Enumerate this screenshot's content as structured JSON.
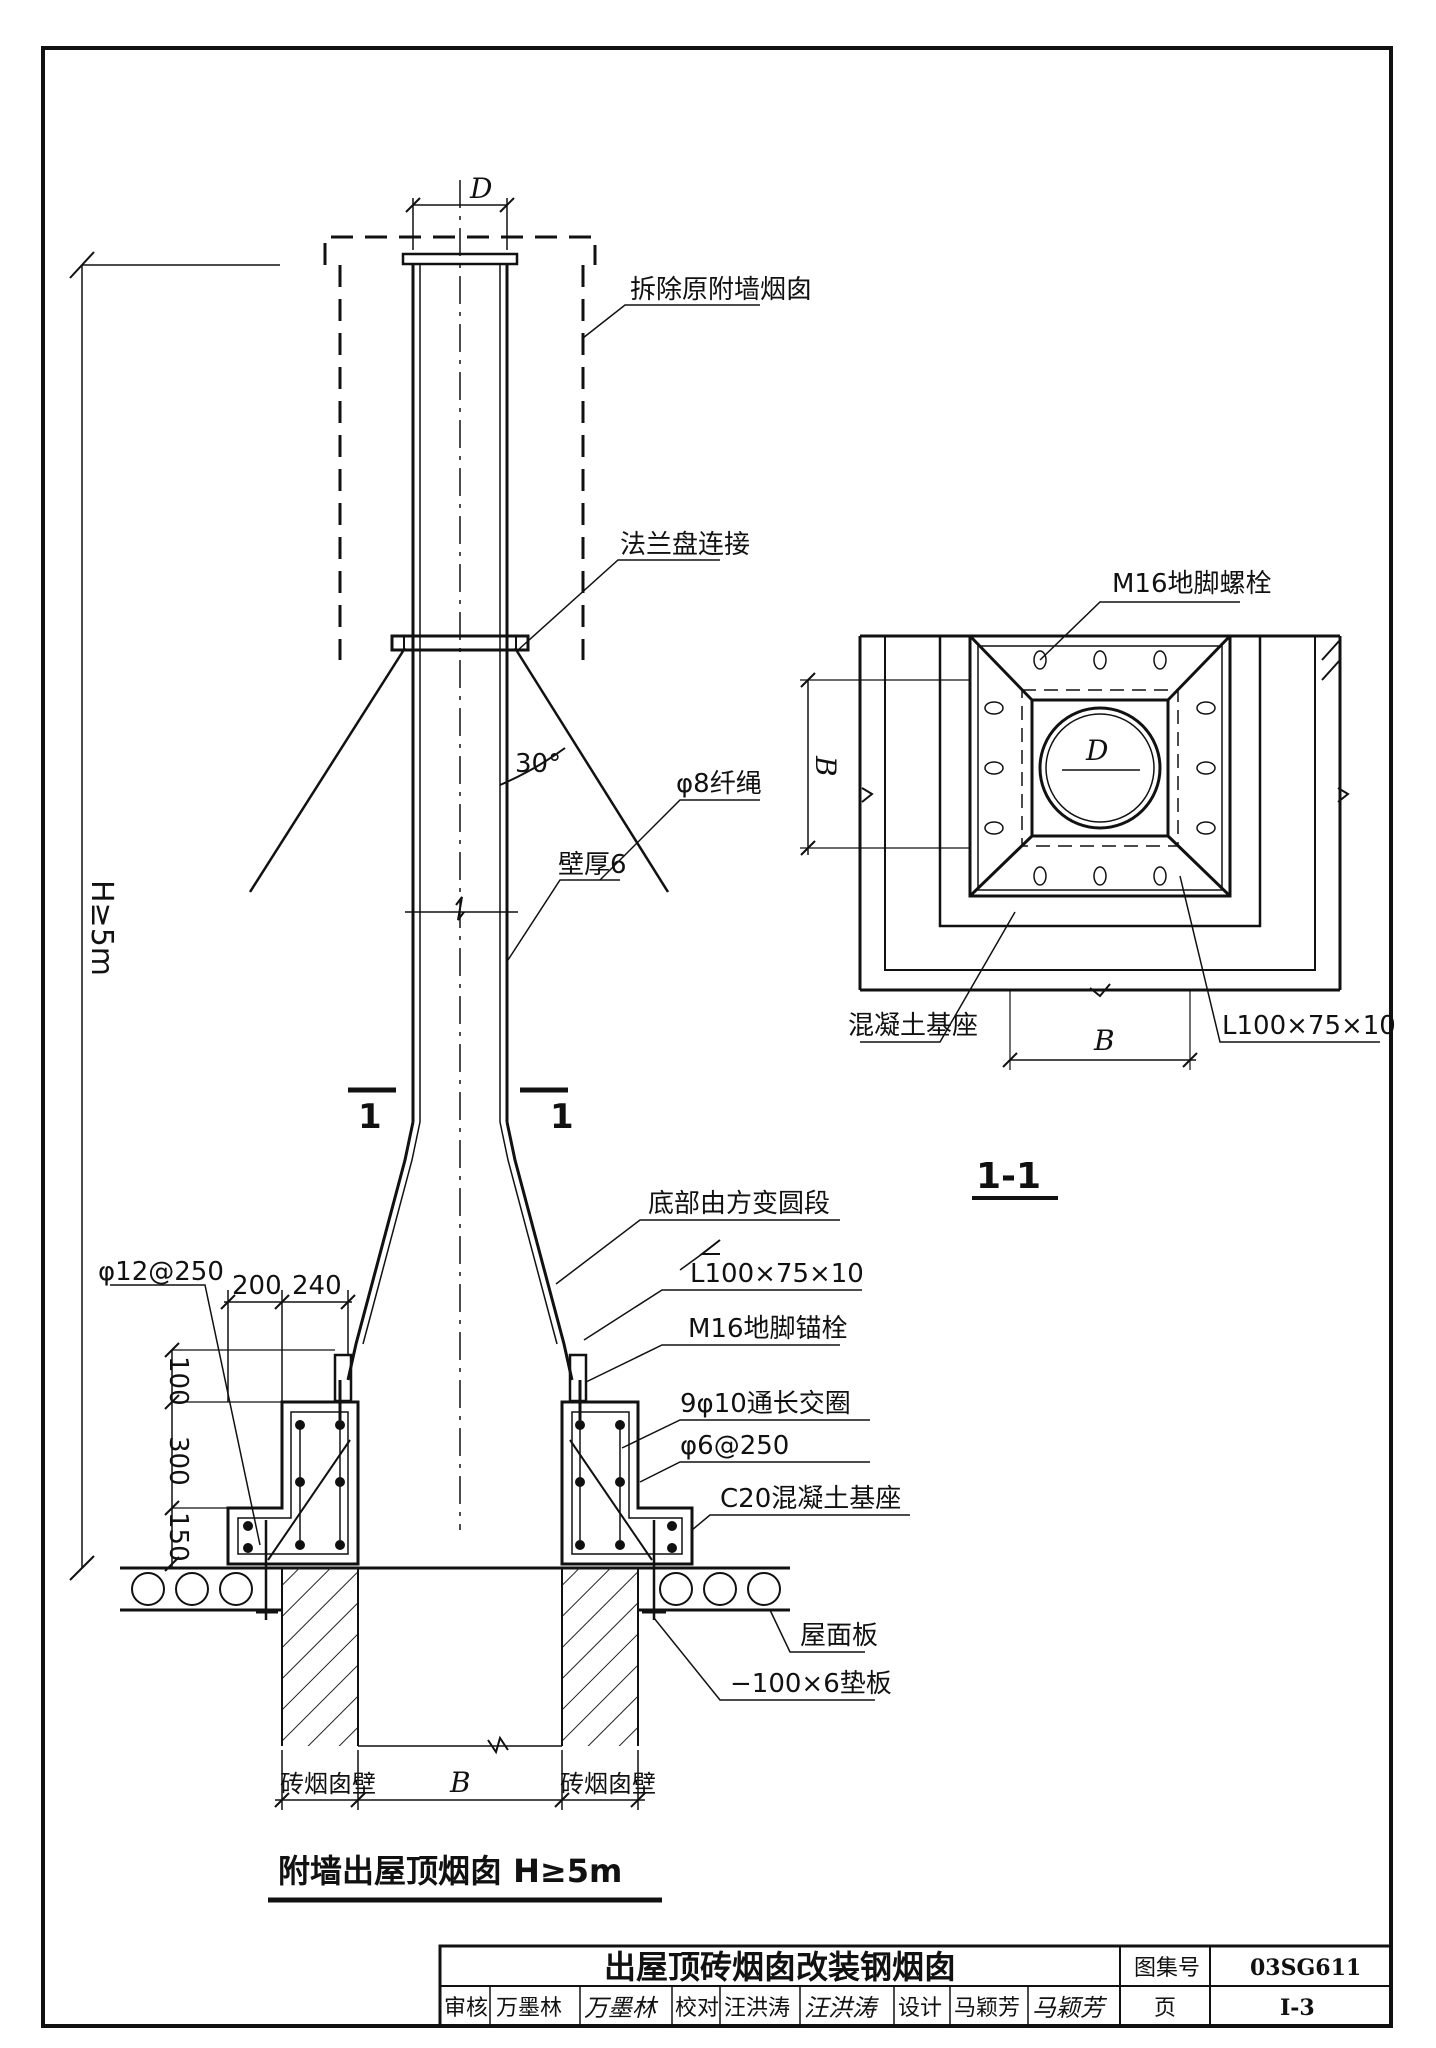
{
  "drawing": {
    "main_elevation": {
      "title": "附墙出屋顶烟囱 H≥5m",
      "dim_D": "D",
      "dim_H": "H≥5m",
      "dim_B": "B",
      "angle": "30°",
      "section_mark": "1",
      "labels": {
        "remove_chimney": "拆除原附墙烟囱",
        "flange": "法兰盘连接",
        "guy_rope": "φ8纤绳",
        "wall_thickness": "壁厚6",
        "transition": "底部由方变圆段",
        "angle_steel": "L100×75×10",
        "anchor_bolt": "M16地脚锚栓",
        "rebar_ring": "9φ10通长交圈",
        "stirrup": "φ6@250",
        "concrete_base": "C20混凝土基座",
        "roof_slab": "屋面板",
        "pad_plate": "−100×6垫板",
        "brick_wall_left": "砖烟囱壁",
        "brick_wall_right": "砖烟囱壁",
        "left_rebar": "φ12@250"
      },
      "dims": {
        "d200": "200",
        "d240": "240",
        "d100": "100",
        "d300": "300",
        "d150": "150"
      }
    },
    "section_1_1": {
      "title": "1-1",
      "dim_B_vertical": "B",
      "dim_B_horizontal": "B",
      "dim_D": "D",
      "labels": {
        "bolt": "M16地脚螺栓",
        "concrete_base": "混凝土基座",
        "angle_steel": "L100×75×10"
      }
    }
  },
  "title_block": {
    "title": "出屋顶砖烟囱改装钢烟囱",
    "atlas_label": "图集号",
    "atlas_no": "03SG611",
    "page_label": "页",
    "page_no": "I-3",
    "review_label": "审核",
    "reviewer": "万墨林",
    "reviewer_sign": "万墨林",
    "check_label": "校对",
    "checker": "汪洪涛",
    "checker_sign": "汪洪涛",
    "design_label": "设计",
    "designer": "马颖芳",
    "designer_sign": "马颖芳"
  }
}
